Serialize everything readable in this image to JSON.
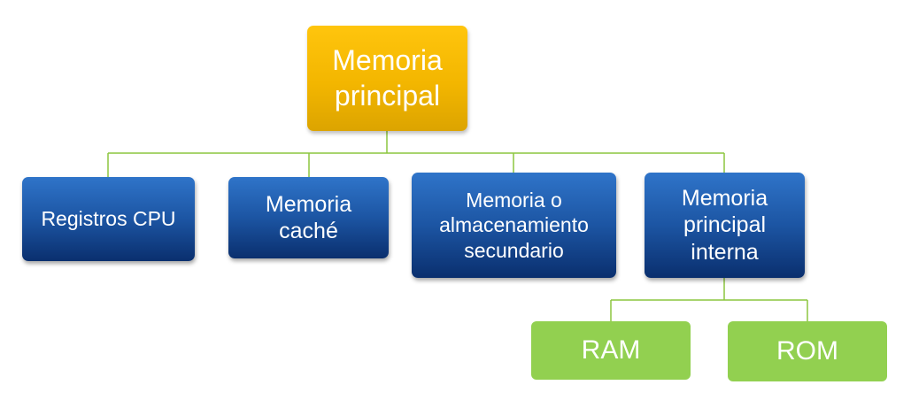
{
  "root": {
    "label_line1": "Memoria",
    "label_line2": "principal",
    "color": "#f5b800"
  },
  "level1": [
    {
      "label_line1": "Registros CPU",
      "label_line2": ""
    },
    {
      "label_line1": "Memoria",
      "label_line2": "caché"
    },
    {
      "label_line1": "Memoria o",
      "label_line2": "almacenamiento",
      "label_line3": "secundario"
    },
    {
      "label_line1": "Memoria",
      "label_line2": "principal",
      "label_line3": "interna"
    }
  ],
  "level2": [
    {
      "label": "RAM"
    },
    {
      "label": "ROM"
    }
  ],
  "colors": {
    "blue_node": "#1c55a3",
    "green_node": "#92d050",
    "connector": "#8cc63f"
  }
}
